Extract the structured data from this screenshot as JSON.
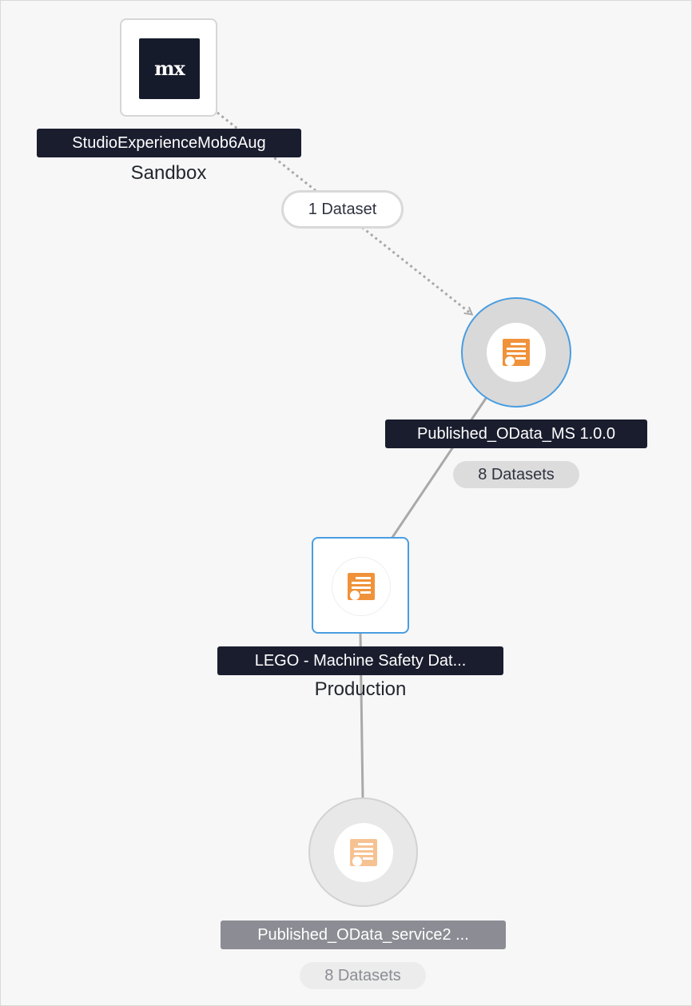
{
  "colors": {
    "canvas_background": "#f7f7f7",
    "selected_border": "#4a9de0",
    "label_dark": "#1a1d2e",
    "label_muted": "#8c8c94",
    "dataset_icon_orange": "#f0923a",
    "edge_line": "#a9a9a9"
  },
  "nodes": {
    "sandbox_app": {
      "icon": "mendix-logo-icon",
      "logo_text": "mx",
      "name": "StudioExperienceMob6Aug",
      "environment": "Sandbox"
    },
    "published_odata_ms": {
      "icon": "dataset-document-icon",
      "name": "Published_OData_MS 1.0.0",
      "datasets": "8 Datasets"
    },
    "lego_app": {
      "icon": "dataset-document-icon",
      "name": "LEGO - Machine Safety Dat...",
      "environment": "Production"
    },
    "published_odata_service2": {
      "icon": "dataset-document-icon",
      "name": "Published_OData_service2 ...",
      "datasets": "8 Datasets"
    }
  },
  "edges": {
    "sandbox_to_published": {
      "style": "dotted-arrow",
      "label": "1 Dataset"
    },
    "published_to_lego": {
      "style": "solid"
    },
    "lego_to_service2": {
      "style": "solid"
    }
  }
}
